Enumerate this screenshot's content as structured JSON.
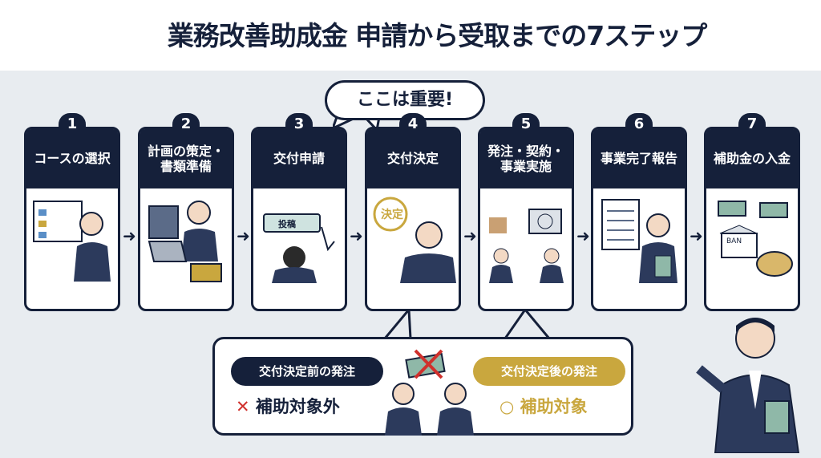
{
  "title": "業務改善助成金 申請から受取までの7ステップ",
  "callout": "ここは重要!",
  "steps": [
    {
      "num": "1",
      "label": "コースの選択"
    },
    {
      "num": "2",
      "label": "計画の策定・書類準備"
    },
    {
      "num": "3",
      "label": "交付申請",
      "button_text": "投稿"
    },
    {
      "num": "4",
      "label": "交付決定",
      "stamp_text": "決定"
    },
    {
      "num": "5",
      "label": "発注・契約・事業実施"
    },
    {
      "num": "6",
      "label": "事業完了報告"
    },
    {
      "num": "7",
      "label": "補助金の入金",
      "bank_text": "BAN"
    }
  ],
  "comparison": {
    "before_label": "交付決定前の発注",
    "before_result": "補助対象外",
    "before_mark": "✕",
    "after_label": "交付決定後の発注",
    "after_result": "補助対象",
    "after_mark": "○"
  },
  "colors": {
    "navy": "#15203a",
    "gold": "#c9a73e",
    "red": "#d0302c",
    "band": "#e8ecf0"
  }
}
